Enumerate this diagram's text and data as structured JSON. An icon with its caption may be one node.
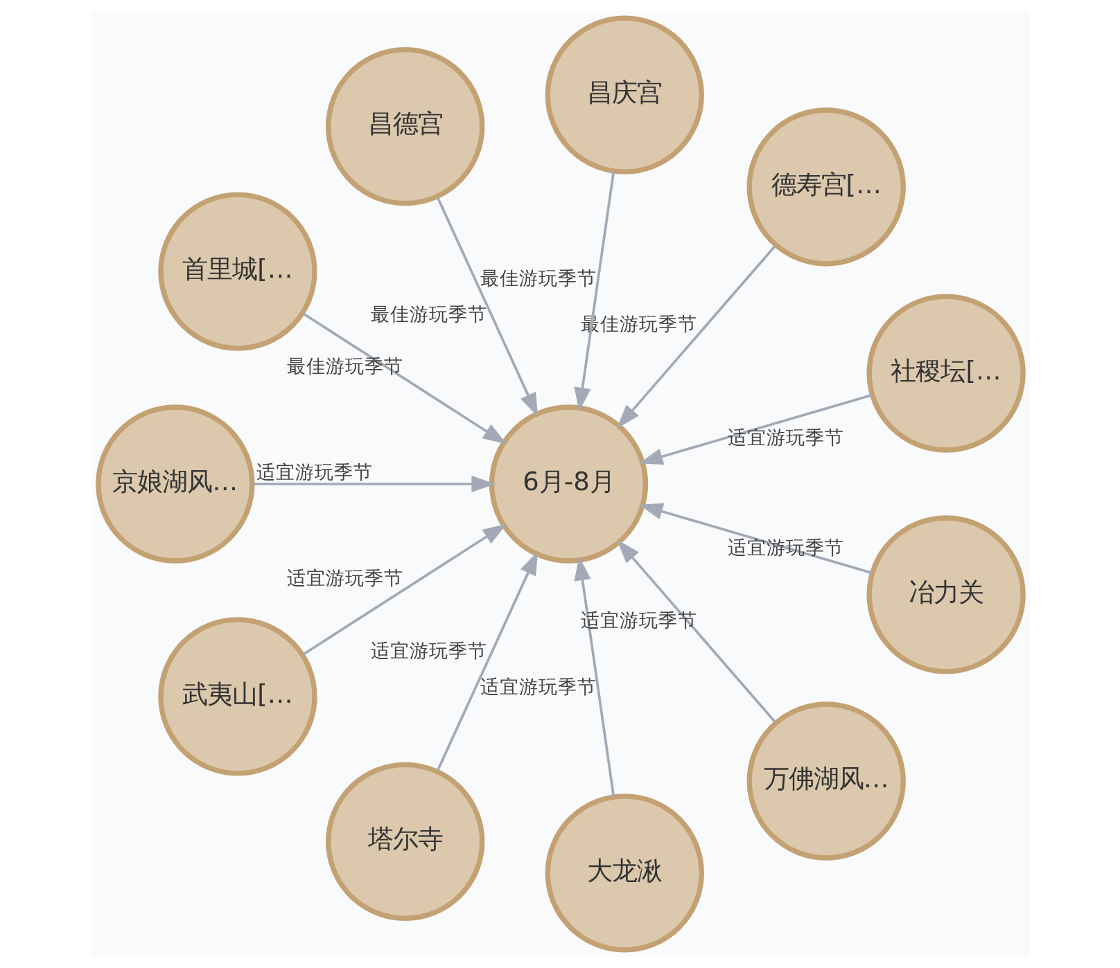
{
  "diagram": {
    "nodes": [
      {
        "text": [
          "昌德宫"
        ]
      },
      {
        "text": [
          "首里城[…"
        ]
      },
      {
        "text": [
          "昌庆宫"
        ]
      },
      {
        "text": [
          "京娘湖风…"
        ]
      },
      {
        "text": [
          "德寿宫[…"
        ]
      },
      {
        "text": [
          "武夷山[…"
        ]
      },
      {
        "text": [
          "6月-8月"
        ]
      },
      {
        "text": [
          "社稷坛[…"
        ]
      },
      {
        "text": [
          "塔尔寺"
        ]
      },
      {
        "text": [
          "冶力关"
        ]
      },
      {
        "text": [
          "大龙湫"
        ]
      },
      {
        "text": [
          "万佛湖风…"
        ]
      }
    ],
    "edges": [
      {
        "from": 0,
        "to": 6,
        "arrow": "to",
        "label": "最佳游玩季节"
      },
      {
        "from": 2,
        "to": 6,
        "arrow": "to",
        "label": "最佳游玩季节"
      },
      {
        "from": 4,
        "to": 6,
        "arrow": "to",
        "label": "最佳游玩季节"
      },
      {
        "from": 7,
        "to": 6,
        "arrow": "to",
        "label": "适宜游玩季节"
      },
      {
        "from": 9,
        "to": 6,
        "arrow": "to",
        "label": "适宜游玩季节"
      },
      {
        "from": 11,
        "to": 6,
        "arrow": "to",
        "label": "适宜游玩季节"
      },
      {
        "from": 10,
        "to": 6,
        "arrow": "to",
        "label": "适宜游玩季节"
      },
      {
        "from": 8,
        "to": 6,
        "arrow": "to",
        "label": "适宜游玩季节"
      },
      {
        "from": 5,
        "to": 6,
        "arrow": "to",
        "label": "适宜游玩季节"
      },
      {
        "from": 3,
        "to": 6,
        "arrow": "to",
        "label": "适宜游玩季节"
      },
      {
        "from": 1,
        "to": 6,
        "arrow": "to",
        "label": "最佳游玩季节"
      }
    ]
  }
}
